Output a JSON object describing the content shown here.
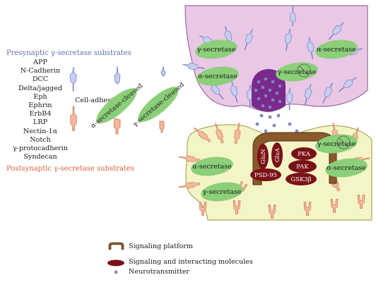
{
  "presynaptic_title": "Presynaptic γ-secretase substrates",
  "postsynaptic_title": "Postsynaptic γ-secretase substrates",
  "substrates": [
    "APP",
    "N-Cadherin",
    "DCC",
    "Delta/jagged",
    "Eph",
    "Ephrin",
    "ErbB4",
    "LRP",
    "Nectin-1α",
    "Notch",
    "γ-protocadherin",
    "Syndecan"
  ],
  "cell_adhesion_label": "Cell-adhesion",
  "alpha_cleaved_label": "α-secretase-cleaved",
  "gamma_cleaved_label": "γ-secretase-cleaved",
  "enzyme": {
    "gamma": "γ-secretase",
    "alpha": "α-secretase"
  },
  "molecules": {
    "glun": "GluN",
    "glua": "GluA",
    "pka": "PKA",
    "pak": "PAK",
    "gsk3b": "GSK3β",
    "psd95": "PSD-95"
  },
  "legend": {
    "platform": "Signaling platform",
    "molecules": "Signaling and interacting molecules",
    "neurotransmitter": "Neurotransmitter"
  },
  "colors": {
    "presynaptic_fill": "#e9c8e6",
    "postsynaptic_fill": "#f4f5c6",
    "enzyme_green": "#8ccf79",
    "receptor_blue": "#c7cff0",
    "receptor_peach": "#f5b89a",
    "molecule_red": "#7a1116",
    "platform_brown": "#8a5a2b",
    "neurotransmitter": "#8088b8",
    "vesicle_purple": "#7a2a8c"
  }
}
